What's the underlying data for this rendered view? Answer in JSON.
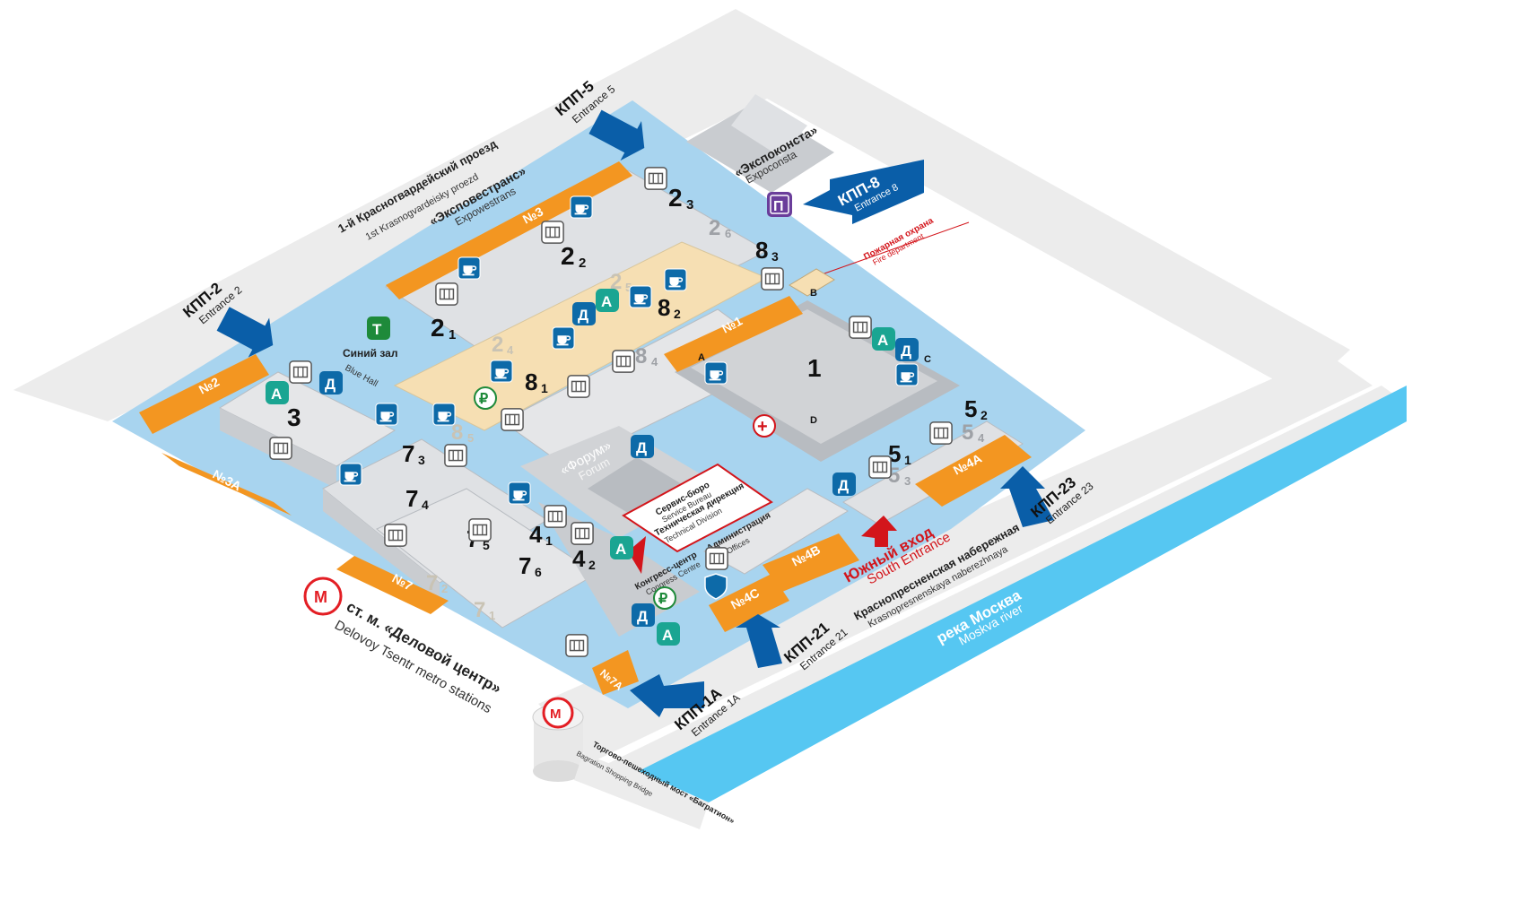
{
  "colors": {
    "ground": "#a8d4ef",
    "road": "#ececec",
    "river": "#56c7f2",
    "orange": "#f39621",
    "hall_light": "#dfe1e4",
    "hall_mid": "#c9ccd0",
    "sand": "#f6dfb3",
    "arrow_blue": "#0a5ea8",
    "arrow_red": "#d3151b",
    "icon_blue": "#0d6aa8",
    "icon_teal": "#1aa592",
    "icon_green": "#1e8a3a",
    "icon_purple": "#6a3d9a",
    "metro_red": "#e31e24"
  },
  "roads": {
    "north": {
      "ru": "1-й Красногвардейский проезд",
      "en": "1st Krasnogvardeisky proezd"
    },
    "south": {
      "ru": "Краснопресненская набережная",
      "en": "Krasnopresnenskaya naberezhnaya"
    },
    "river": {
      "ru": "река Москва",
      "en": "Moskva river"
    }
  },
  "gates": [
    {
      "id": "kpp5",
      "ru": "КПП-5",
      "en": "Entrance 5"
    },
    {
      "id": "kpp2",
      "ru": "КПП-2",
      "en": "Entrance 2"
    },
    {
      "id": "kpp8",
      "ru": "КПП-8",
      "en": "Entrance 8"
    },
    {
      "id": "kpp23",
      "ru": "КПП-23",
      "en": "Entrance 23"
    },
    {
      "id": "kpp21",
      "ru": "КПП-21",
      "en": "Entrance 21"
    },
    {
      "id": "kpp1a",
      "ru": "КПП-1А",
      "en": "Entrance 1A"
    }
  ],
  "entrance_tags": [
    "№2",
    "№3",
    "№3А",
    "№7",
    "№7А",
    "№1",
    "№4А",
    "№4В",
    "№4С"
  ],
  "buildings": {
    "expocons": {
      "ru": "«Экспоконста»",
      "en": "Expoconsta"
    },
    "expowestrans": {
      "ru": "«Эксповестранс»",
      "en": "Expowestrans"
    },
    "blue_hall": {
      "ru": "Синий зал",
      "en": "Blue Hall"
    },
    "forum": {
      "ru": "«Форум»",
      "en": "Forum"
    },
    "fire": {
      "ru": "Пожарная охрана",
      "en": "Fire department"
    },
    "service": {
      "ru1": "Сервис-бюро",
      "en1": "Service Bureau",
      "ru2": "Техническая дирекция",
      "en2": "Technical Division"
    },
    "admin": {
      "ru": "Администрация",
      "en": "Offices"
    },
    "congress": {
      "ru": "Конгресс-центр",
      "en": "Congress Centre"
    },
    "south_entrance": {
      "ru": "Южный вход",
      "en": "South Entrance"
    },
    "metro_delovoy": {
      "ru": "ст. м. «Деловой центр»",
      "en": "Delovoy Tsentr metro stations"
    },
    "bagration": {
      "ru": "Торгово-пешеходный мост «Багратион»",
      "en": "Bagration Shopping Bridge"
    }
  },
  "halls": {
    "h1": "1",
    "h2_1": "2",
    "h2_1s": "1",
    "h2_2": "2",
    "h2_2s": "2",
    "h2_3": "2",
    "h2_3s": "3",
    "h2_4": "2",
    "h2_4s": "4",
    "h2_5": "2",
    "h2_5s": "5",
    "h2_6": "2",
    "h2_6s": "6",
    "h3": "3",
    "h4_1": "4",
    "h4_1s": "1",
    "h4_2": "4",
    "h4_2s": "2",
    "h5_1": "5",
    "h5_1s": "1",
    "h5_2": "5",
    "h5_2s": "2",
    "h5_3": "5",
    "h5_3s": "3",
    "h5_4": "5",
    "h5_4s": "4",
    "h7_1": "7",
    "h7_1s": "1",
    "h7_2": "7",
    "h7_2s": "2",
    "h7_3": "7",
    "h7_3s": "3",
    "h7_4": "7",
    "h7_4s": "4",
    "h7_5": "7",
    "h7_5s": "5",
    "h7_6": "7",
    "h7_6s": "6",
    "h8_1": "8",
    "h8_1s": "1",
    "h8_2": "8",
    "h8_2s": "2",
    "h8_3": "8",
    "h8_3s": "3",
    "h8_4": "8",
    "h8_4s": "4",
    "h8_5": "8",
    "h8_5s": "5",
    "corner_a": "A",
    "corner_b": "B",
    "corner_c": "C",
    "corner_d": "D"
  },
  "icon_letters": {
    "a": "А",
    "d": "Д",
    "t": "Т",
    "p": "П",
    "rub": "₽",
    "plus": "+"
  }
}
